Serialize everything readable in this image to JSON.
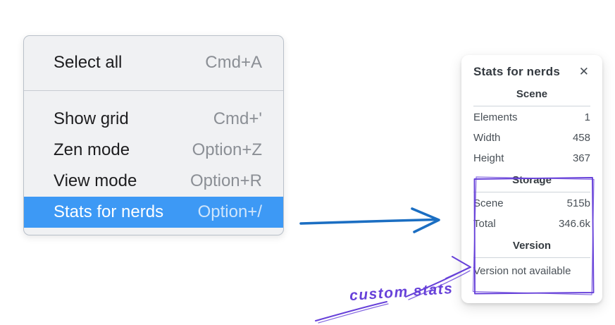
{
  "colors": {
    "menu-bg": "#f0f1f3",
    "menu-border": "#b9c0c9",
    "menu-divider": "#c8ccd1",
    "menu-text": "#1d1d1f",
    "menu-shortcut": "#8b8f95",
    "highlight-bg": "#3d99f5",
    "highlight-text": "#ffffff",
    "highlight-shortcut": "#cfe5fb",
    "panel-text": "#495057",
    "panel-heading": "#343a40",
    "panel-rule": "#ced4da",
    "annotation-purple": "#6741d9",
    "arrow-blue": "#1b6ec2"
  },
  "menu": {
    "sections": [
      {
        "items": [
          {
            "label": "Select all",
            "shortcut": "Cmd+A"
          }
        ]
      },
      {
        "items": [
          {
            "label": "Show grid",
            "shortcut": "Cmd+'"
          },
          {
            "label": "Zen mode",
            "shortcut": "Option+Z"
          },
          {
            "label": "View mode",
            "shortcut": "Option+R"
          },
          {
            "label": "Stats for nerds",
            "shortcut": "Option+/",
            "highlighted": true
          }
        ]
      }
    ]
  },
  "stats_panel": {
    "title": "Stats for nerds",
    "close_icon": "✕",
    "sections": [
      {
        "heading": "Scene",
        "rows": [
          {
            "label": "Elements",
            "value": "1"
          },
          {
            "label": "Width",
            "value": "458"
          },
          {
            "label": "Height",
            "value": "367"
          }
        ]
      },
      {
        "heading": "Storage",
        "rows": [
          {
            "label": "Scene",
            "value": "515b"
          },
          {
            "label": "Total",
            "value": "346.6k"
          }
        ]
      },
      {
        "heading": "Version",
        "note": "Version not available"
      }
    ]
  },
  "annotation": {
    "label": "custom stats"
  }
}
